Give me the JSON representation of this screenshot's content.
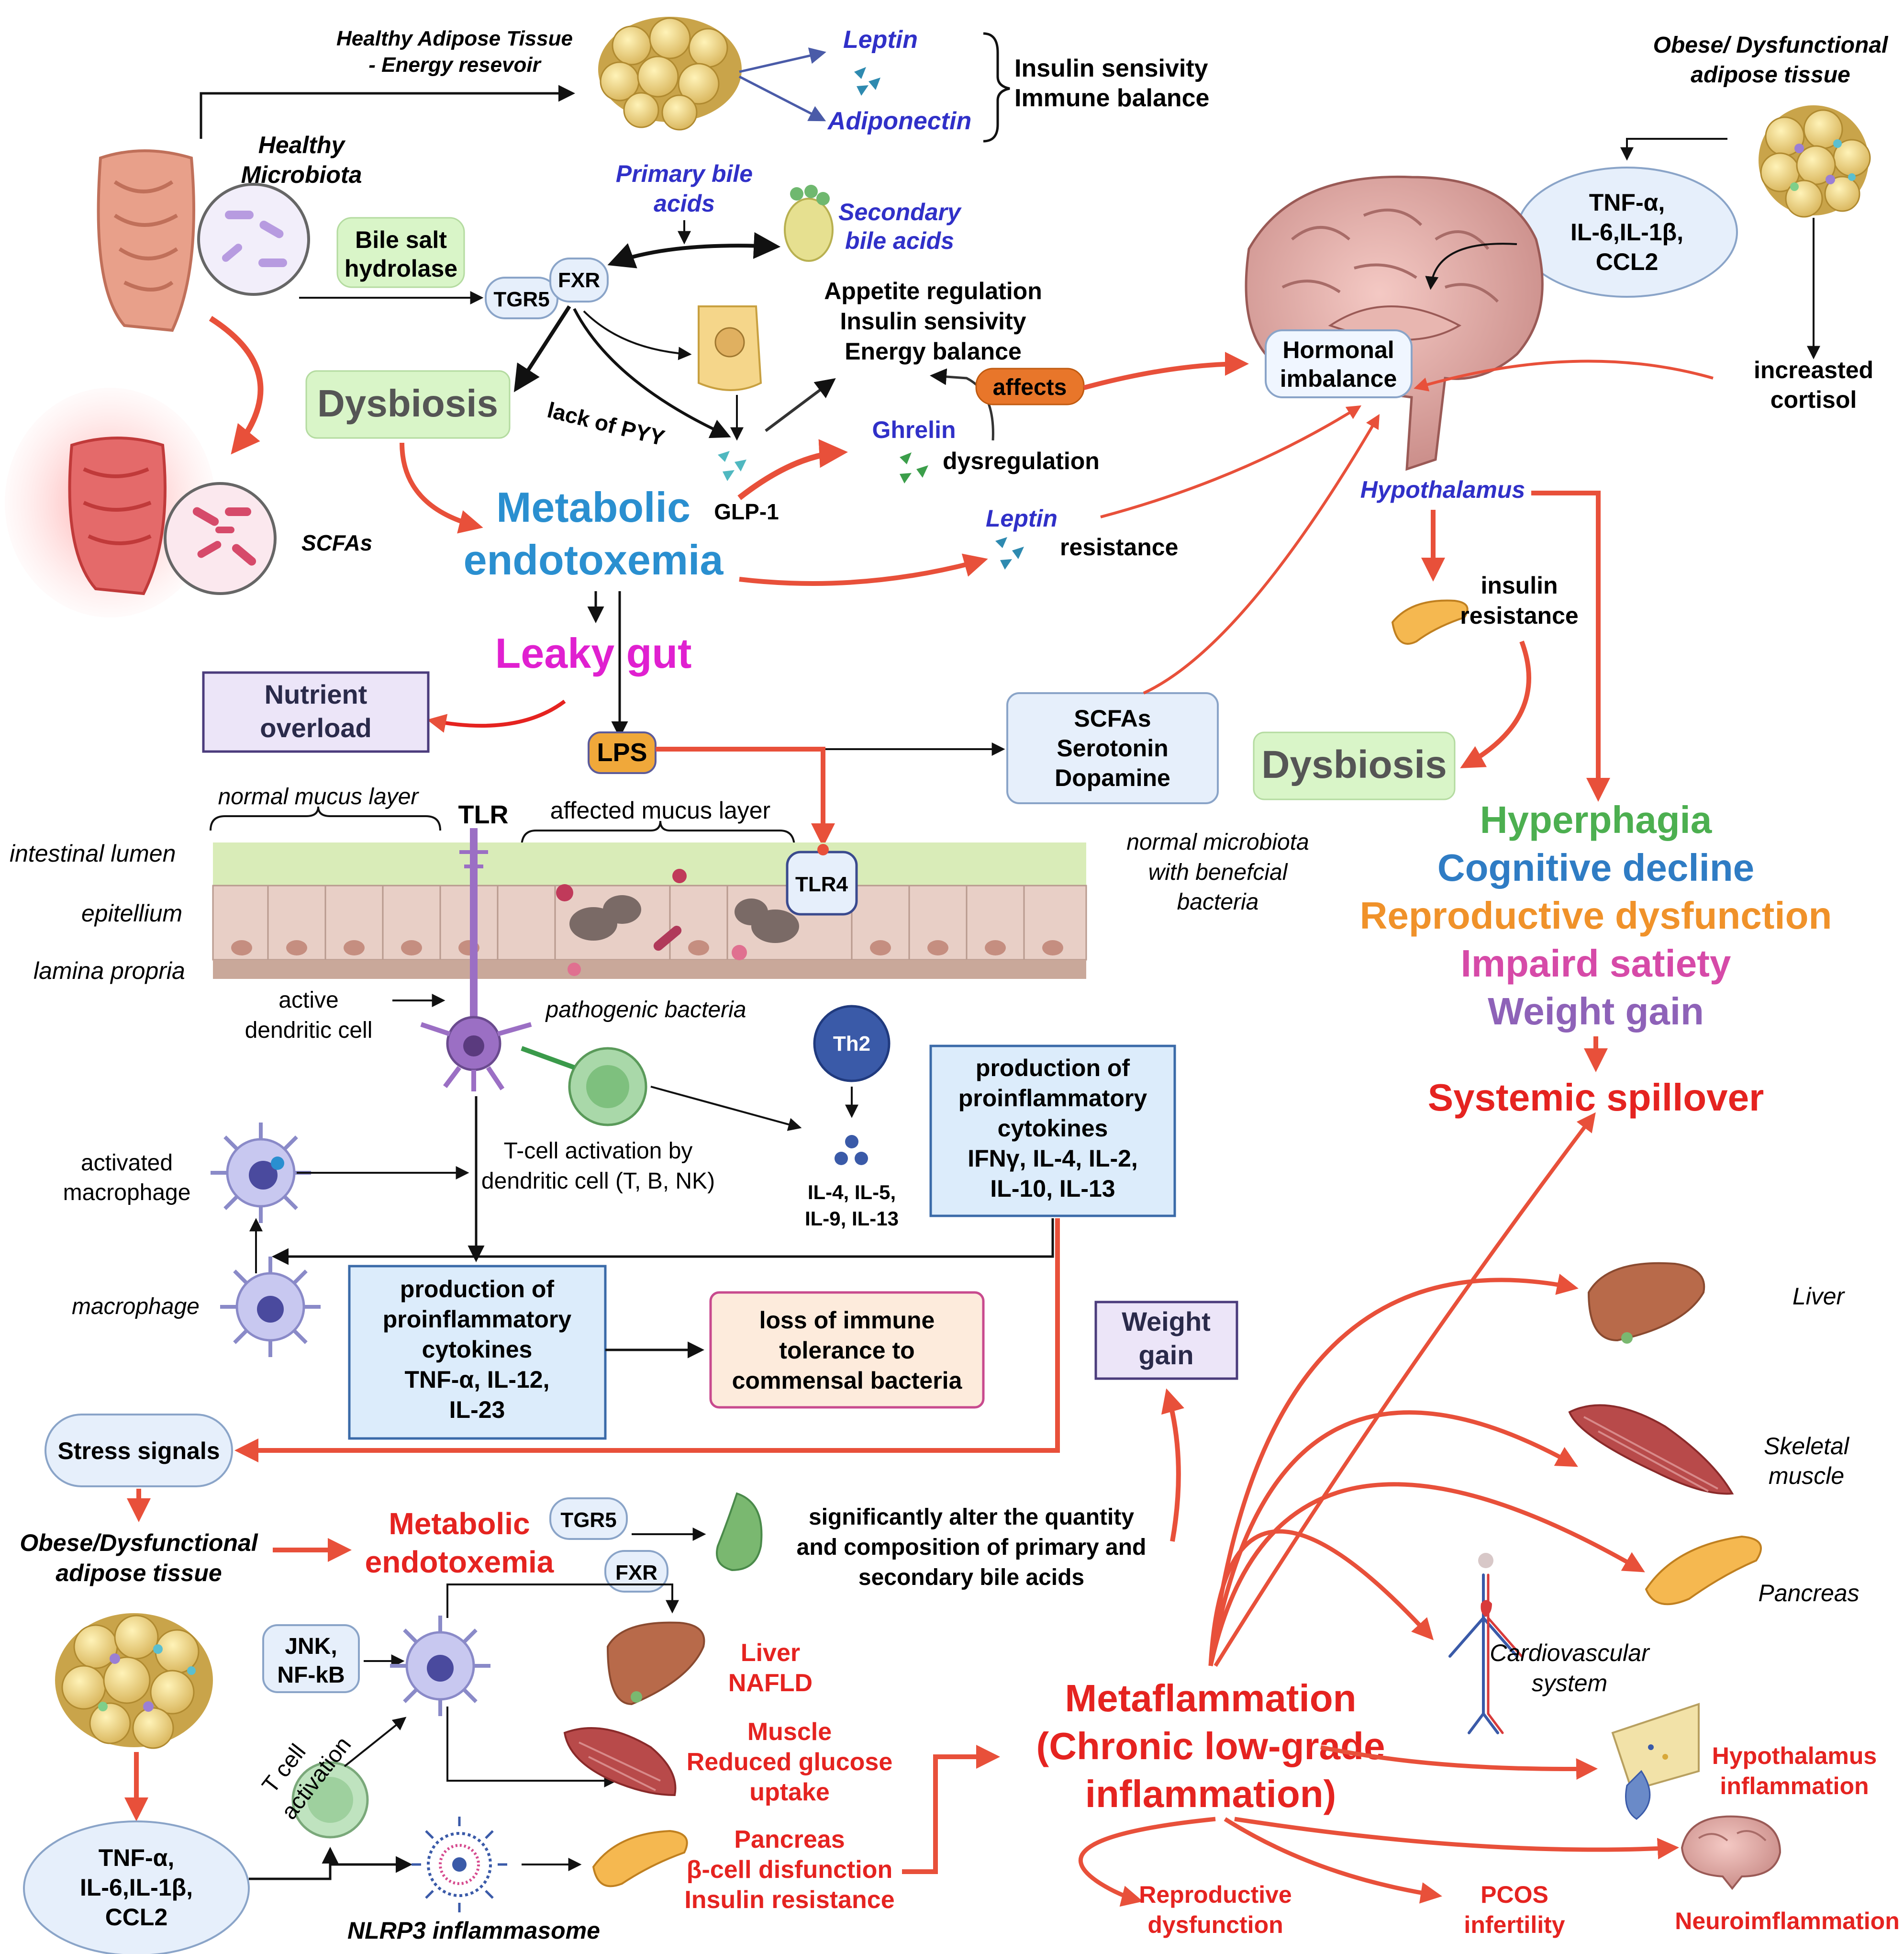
{
  "top": {
    "healthy_adipose_title": "Healthy Adipose Tissue",
    "healthy_adipose_sub": "- Energy resevoir",
    "leptin": "Leptin",
    "adiponectin": "Adiponectin",
    "insulin_sensivity": "Insulin sensivity",
    "immune_balance": "Immune balance",
    "obese_title_1": "Obese/ Dysfunctional",
    "obese_title_2": "adipose tissue",
    "cytokines_1": "TNF-α,",
    "cytokines_2": "IL-6,IL-1β,",
    "cytokines_3": "CCL2",
    "increased_cortisol_1": "increasted",
    "increased_cortisol_2": "cortisol"
  },
  "gut": {
    "healthy_microbiota_1": "Healthy",
    "healthy_microbiota_2": "Microbiota",
    "bile_salt_1": "Bile salt",
    "bile_salt_2": "hydrolase",
    "tgr5": "TGR5",
    "fxr": "FXR",
    "primary_bile_1": "Primary bile",
    "primary_bile_2": "acids",
    "secondary_bile_1": "Secondary",
    "secondary_bile_2": "bile acids",
    "appetite_1": "Appetite regulation",
    "appetite_2": "Insulin sensivity",
    "appetite_3": "Energy balance",
    "affects": "affects",
    "ghrelin": "Ghrelin",
    "dysregulation": "dysregulation",
    "leptin2": "Leptin",
    "resistance": "resistance",
    "dysbiosis": "Dysbiosis",
    "lack_pyy": "lack of PYY",
    "glp1": "GLP-1",
    "scfas": "SCFAs",
    "metabolic_1": "Metabolic",
    "metabolic_2": "endotoxemia",
    "leaky_gut": "Leaky gut",
    "nutrient_1": "Nutrient",
    "nutrient_2": "overload",
    "lps": "LPS",
    "scfas_box_1": "SCFAs",
    "scfas_box_2": "Serotonin",
    "scfas_box_3": "Dopamine"
  },
  "brain": {
    "hormonal_1": "Hormonal",
    "hormonal_2": "imbalance",
    "hypothalamus": "Hypothalamus",
    "insulin_res_1": "insulin",
    "insulin_res_2": "resistance",
    "dysbiosis": "Dysbiosis",
    "hyperphagia": "Hyperphagia",
    "cognitive": "Cognitive decline",
    "reproductive": "Reproductive dysfunction",
    "satiety": "Impaird satiety",
    "weight_gain": "Weight gain",
    "systemic": "Systemic spillover"
  },
  "epithelium": {
    "normal_mucus": "normal mucus layer",
    "tlr": "TLR",
    "affected_mucus": "affected mucus layer",
    "intestinal_lumen": "intestinal lumen",
    "epitellium": "epitellium",
    "lamina_propria": "lamina propria",
    "tlr4": "TLR4",
    "normal_micro_1": "normal microbiota",
    "normal_micro_2": "with benefcial",
    "normal_micro_3": "bacteria",
    "active_dc_1": "active",
    "active_dc_2": "dendritic cell",
    "pathogenic": "pathogenic bacteria"
  },
  "immune": {
    "th2": "Th2",
    "tcell_1": "T-cell activation by",
    "tcell_2": "dendritic cell (T, B, NK)",
    "il_1": "IL-4, IL-5,",
    "il_2": "IL-9, IL-13",
    "prod_right_1": "production of",
    "prod_right_2": "proinflammatory",
    "prod_right_3": "cytokines",
    "prod_right_4": "IFNγ, IL-4, IL-2,",
    "prod_right_5": "IL-10, IL-13",
    "activated_mac_1": "activated",
    "activated_mac_2": "macrophage",
    "macrophage": "macrophage",
    "prod_mid_1": "production of",
    "prod_mid_2": "proinflammatory",
    "prod_mid_3": "cytokines",
    "prod_mid_4": "TNF-α, IL-12,",
    "prod_mid_5": "IL-23",
    "loss_1": "loss of immune",
    "loss_2": "tolerance to",
    "loss_3": "commensal bacteria"
  },
  "bottom": {
    "stress": "Stress signals",
    "obese_1": "Obese/Dysfunctional",
    "obese_2": "adipose tissue",
    "metabolic_1": "Metabolic",
    "metabolic_2": "endotoxemia",
    "tgr5": "TGR5",
    "fxr": "FXR",
    "bile_1": "significantly alter the quantity",
    "bile_2": "and composition of primary and",
    "bile_3": "secondary bile acids",
    "weight_1": "Weight",
    "weight_2": "gain",
    "jnk_1": "JNK,",
    "jnk_2": "NF-kB",
    "tcell_1": "T cell",
    "tcell_2": "activation",
    "cyt_1": "TNF-α,",
    "cyt_2": "IL-6,IL-1β,",
    "cyt_3": "CCL2",
    "nlrp3": "NLRP3 inflammasome",
    "liver_1": "Liver",
    "liver_2": "NAFLD",
    "muscle_1": "Muscle",
    "muscle_2": "Reduced glucose",
    "muscle_3": "uptake",
    "pancreas_1": "Pancreas",
    "pancreas_2": "β-cell disfunction",
    "pancreas_3": "Insulin  resistance",
    "meta_1": "Metaflammation",
    "meta_2": "(Chronic low-grade",
    "meta_3": "inflammation)",
    "organ_liver": "Liver",
    "organ_muscle_1": "Skeletal",
    "organ_muscle_2": "muscle",
    "organ_pancreas": "Pancreas",
    "organ_cv_1": "Cardiovascular",
    "organ_cv_2": "system",
    "hypo_1": "Hypothalamus",
    "hypo_2": "inflammation",
    "repro_1": "Reproductive",
    "repro_2": "dysfunction",
    "pcos_1": "PCOS",
    "pcos_2": "infertility",
    "neuro": "Neuroimflammation"
  },
  "colors": {
    "red_arrow": "#e8503a",
    "red_text": "#e52320",
    "blue_text": "#3030c8",
    "metabolic_blue": "#2a8fd0",
    "magenta": "#e020d0",
    "green": "#4caf50",
    "cog_blue": "#2f7cc4",
    "orange": "#f0922a",
    "pink": "#d64aa8",
    "purple": "#8e62b8"
  }
}
